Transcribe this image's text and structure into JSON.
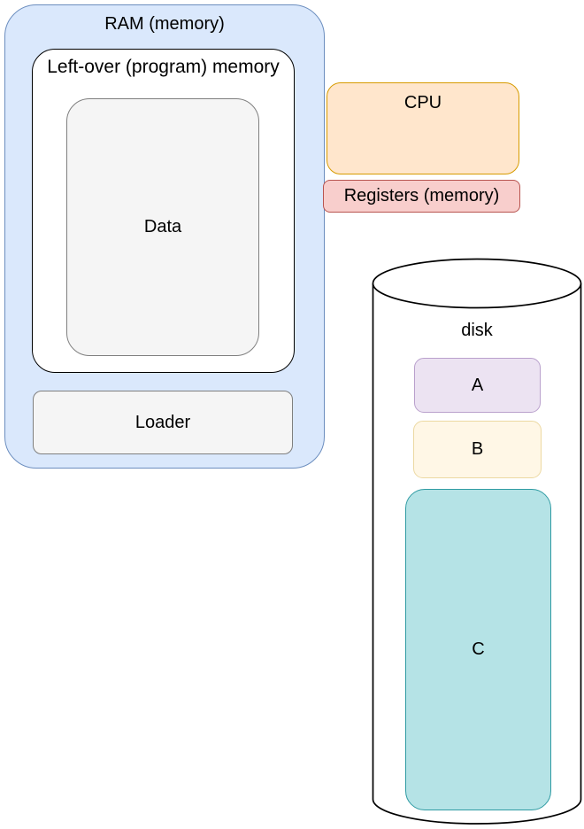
{
  "nodes": {
    "ram": {
      "label": "RAM (memory)",
      "fill": "#dae8fc",
      "stroke": "#6c8ebf"
    },
    "leftover": {
      "label": "Left-over (program) memory",
      "fill": "#ffffff",
      "stroke": "#000000"
    },
    "data": {
      "label": "Data",
      "fill": "#f5f5f5",
      "stroke": "#7f7f7f"
    },
    "loader": {
      "label": "Loader",
      "fill": "#f5f5f5",
      "stroke": "#7f7f7f"
    },
    "cpu": {
      "label": "CPU",
      "fill": "#ffe6cc",
      "stroke": "#d79b00"
    },
    "registers": {
      "label": "Registers (memory)",
      "fill": "#f8cecc",
      "stroke": "#b85450"
    },
    "disk": {
      "label": "disk",
      "fill": "#ffffff",
      "stroke": "#000000"
    },
    "block_a": {
      "label": "A",
      "fill": "#ece3f2",
      "stroke": "#b9a0cc"
    },
    "block_b": {
      "label": "B",
      "fill": "#fff7e6",
      "stroke": "#ecd9a2"
    },
    "block_c": {
      "label": "C",
      "fill": "#b5e3e6",
      "stroke": "#2f9ba3"
    }
  }
}
